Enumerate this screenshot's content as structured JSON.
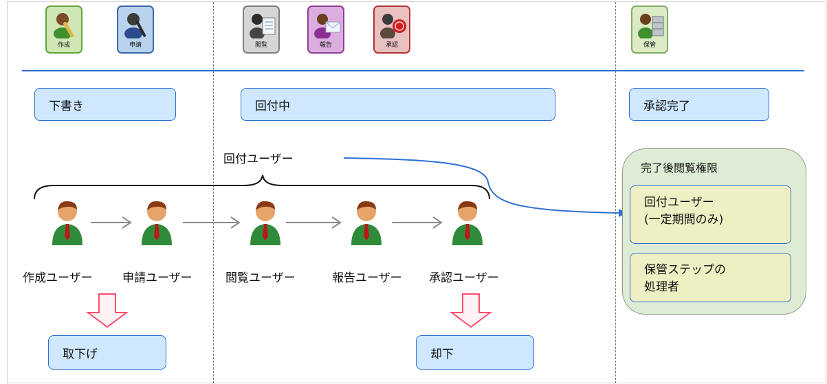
{
  "phases": {
    "draft": "下書き",
    "routing": "回付中",
    "approved": "承認完了"
  },
  "steps": [
    {
      "label": "作成",
      "color": "#cfe7b4",
      "border": "#63a23d"
    },
    {
      "label": "申請",
      "color": "#b9d3ef",
      "border": "#3a67a8"
    },
    {
      "label": "閲覧",
      "color": "#d6d6d6",
      "border": "#7d7d7d"
    },
    {
      "label": "報告",
      "color": "#dcaee0",
      "border": "#8a3e92"
    },
    {
      "label": "承認",
      "color": "#e8c0c0",
      "border": "#b33434"
    },
    {
      "label": "保管",
      "color": "#dcebc5",
      "border": "#85a965"
    }
  ],
  "flow": {
    "routing_users_label": "回付ユーザー",
    "users": [
      "作成ユーザー",
      "申請ユーザー",
      "閲覧ユーザー",
      "報告ユーザー",
      "承認ユーザー"
    ]
  },
  "outcomes": {
    "withdraw": "取下げ",
    "reject": "却下"
  },
  "permissions": {
    "title": "完了後閲覧権限",
    "item1_line1": "回付ユーザー",
    "item1_line2": "(一定期間のみ)",
    "item2_line1": "保管ステップの",
    "item2_line2": "処理者"
  },
  "colors": {
    "accent_line": "#2f6fd2",
    "box_fill": "#cfe7ff",
    "group_fill": "#dfecd5",
    "permission_fill": "#efefc4",
    "down_arrow": "#ff5a78"
  }
}
